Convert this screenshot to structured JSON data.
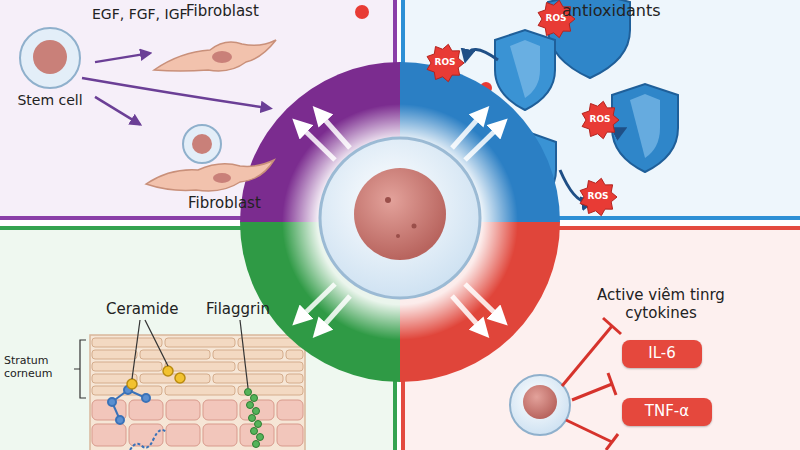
{
  "diagram": {
    "nodes": [
      {
        "text": [
          "Fibroblast"
        ]
      },
      {
        "text": [
          "Stem cell"
        ]
      },
      {
        "text": [
          "Fibroblast"
        ]
      },
      {
        "text": [
          "ROS"
        ]
      },
      {
        "text": [
          "ROS"
        ]
      },
      {
        "text": [
          "ROS"
        ]
      },
      {
        "text": [
          "ROS"
        ]
      },
      {
        "text": [
          "IL-6"
        ]
      },
      {
        "text": [
          "TNF-α"
        ]
      }
    ],
    "edges": [
      {
        "from": 1,
        "to": 0,
        "label": "EGF, FGF, IGF",
        "arrow": "to"
      },
      {
        "from": 1,
        "to": 2,
        "arrow": "to"
      }
    ],
    "labels": [
      "antioxidants",
      "Ceramide",
      "Filaggrin",
      "Stratum corneum",
      "Active viêm tinrg cytokines"
    ]
  }
}
